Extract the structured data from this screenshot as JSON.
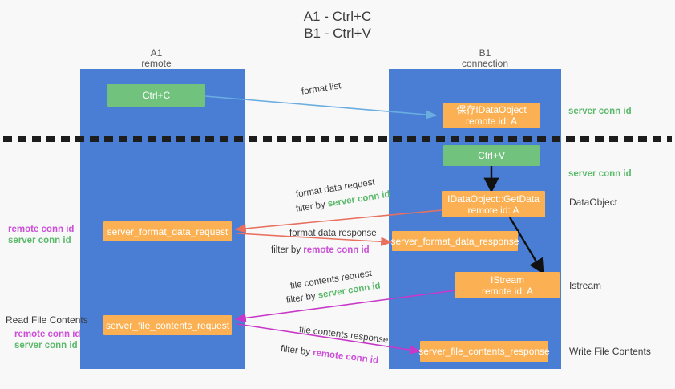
{
  "title": {
    "line1": "A1 - Ctrl+C",
    "line2": "B1 - Ctrl+V"
  },
  "columns": [
    {
      "name": "A1",
      "sub": "remote"
    },
    {
      "name": "B1",
      "sub": "connection"
    }
  ],
  "boxes": {
    "ctrl_c": "Ctrl+C",
    "save_idataobject_l1": "保存IDataObject",
    "save_idataobject_l2": "remote id: A",
    "ctrl_v": "Ctrl+V",
    "getdata_l1": "IDataObject::GetData",
    "getdata_l2": "remote id: A",
    "server_format_data_request": "server_format_data_request",
    "server_format_data_response": "server_format_data_response",
    "istream_l1": "IStream",
    "istream_l2": "remote id: A",
    "server_file_contents_request": "server_file_contents_request",
    "server_file_contents_response": "server_file_contents_response"
  },
  "arrow_labels": {
    "format_list": "format list",
    "format_data_request": "format data request",
    "format_data_request_filter_prefix": "filter by ",
    "format_data_request_filter_value": "server conn id",
    "format_data_response": "format data response",
    "format_data_response_filter_prefix": "filter by ",
    "format_data_response_filter_value": "remote conn id",
    "file_contents_request": "file contents request",
    "file_contents_request_filter_prefix": "filter by ",
    "file_contents_request_filter_value": "server conn id",
    "file_contents_response": "file contents response",
    "file_contents_response_filter_prefix": "filter by ",
    "file_contents_response_filter_value": "remote conn id"
  },
  "right_labels": {
    "server_conn_id_top": "server conn id",
    "server_conn_id_mid": "server conn id",
    "dataobject": "DataObject",
    "istream": "Istream",
    "write_file_contents": "Write File Contents"
  },
  "left_labels": {
    "remote_conn_id_1": "remote conn id",
    "server_conn_id_1": "server conn id",
    "read_file_contents": "Read File Contents",
    "remote_conn_id_2": "remote conn id",
    "server_conn_id_2": "server conn id"
  },
  "colors": {
    "lane": "#4a7ed4",
    "green_box": "#71c27c",
    "orange_box": "#fbb153",
    "green_text": "#5bb96a",
    "magenta_text": "#cc4fd8",
    "blue_arrow": "#6aaee0",
    "red_arrow": "#e8705f",
    "magenta_arrow": "#c838c8",
    "black_arrow": "#1a1a1a",
    "background": "#f8f8f8"
  }
}
